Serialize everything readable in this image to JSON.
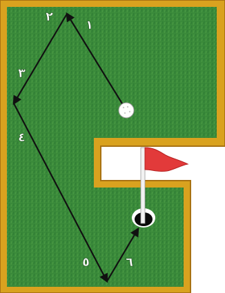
{
  "colors": {
    "border": "#D9A21F",
    "border_edge": "#A87212",
    "grass": "#3A8A3A",
    "grass_dark": "#2E7A33",
    "path": "#111111",
    "flag": "#E23A3A",
    "pole": "#F2F2F2"
  },
  "labels": [
    {
      "id": "1",
      "text": "١"
    },
    {
      "id": "2",
      "text": "٢"
    },
    {
      "id": "3",
      "text": "٣"
    },
    {
      "id": "4",
      "text": "٤"
    },
    {
      "id": "5",
      "text": "٥"
    },
    {
      "id": "6",
      "text": "٦"
    }
  ]
}
